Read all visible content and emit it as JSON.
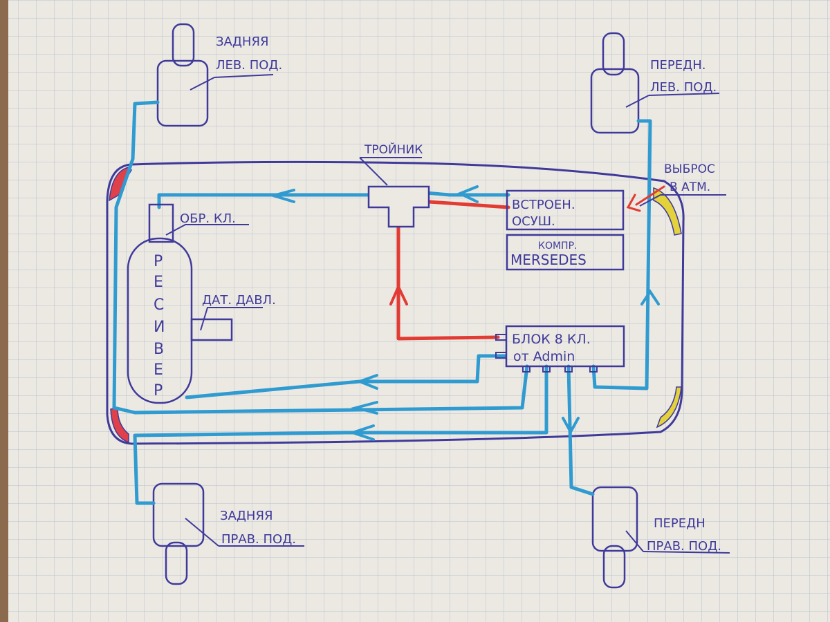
{
  "colors": {
    "paper": "#ece9e3",
    "grid": "#b9bfcc",
    "ink": "#3f3a9a",
    "air_line": "#2f9bd0",
    "pressure_line": "#e23b33",
    "rear_fender": "#e0404a",
    "front_fender": "#e3d23a"
  },
  "labels": {
    "rear_left_line1": "ЗАДНЯЯ",
    "rear_left_line2": "ЛЕВ. ПОД.",
    "front_left_line1": "ПЕРЕДН.",
    "front_left_line2": "ЛЕВ. ПОД.",
    "rear_right_line1": "ЗАДНЯЯ",
    "rear_right_line2": "ПРАВ. ПОД.",
    "front_right_line1": "ПЕРЕДН",
    "front_right_line2": "ПРАВ. ПОД.",
    "tee": "ТРОЙНИК",
    "exhaust_line1": "ВЫБРОС",
    "exhaust_line2": "В АТМ.",
    "dryer_line1": "ВСТРОЕН.",
    "dryer_line2": "ОСУШ.",
    "compressor_line1": "КОМПР.",
    "compressor_line2": "MERSEDES",
    "check_valve": "ОБР. КЛ.",
    "pressure_sensor": "ДАТ. ДАВЛ.",
    "receiver_letters": [
      "Р",
      "Е",
      "С",
      "И",
      "В",
      "Е",
      "Р"
    ],
    "valve_block_line1": "БЛОК  8 КЛ.",
    "valve_block_line2": "от Admin"
  }
}
